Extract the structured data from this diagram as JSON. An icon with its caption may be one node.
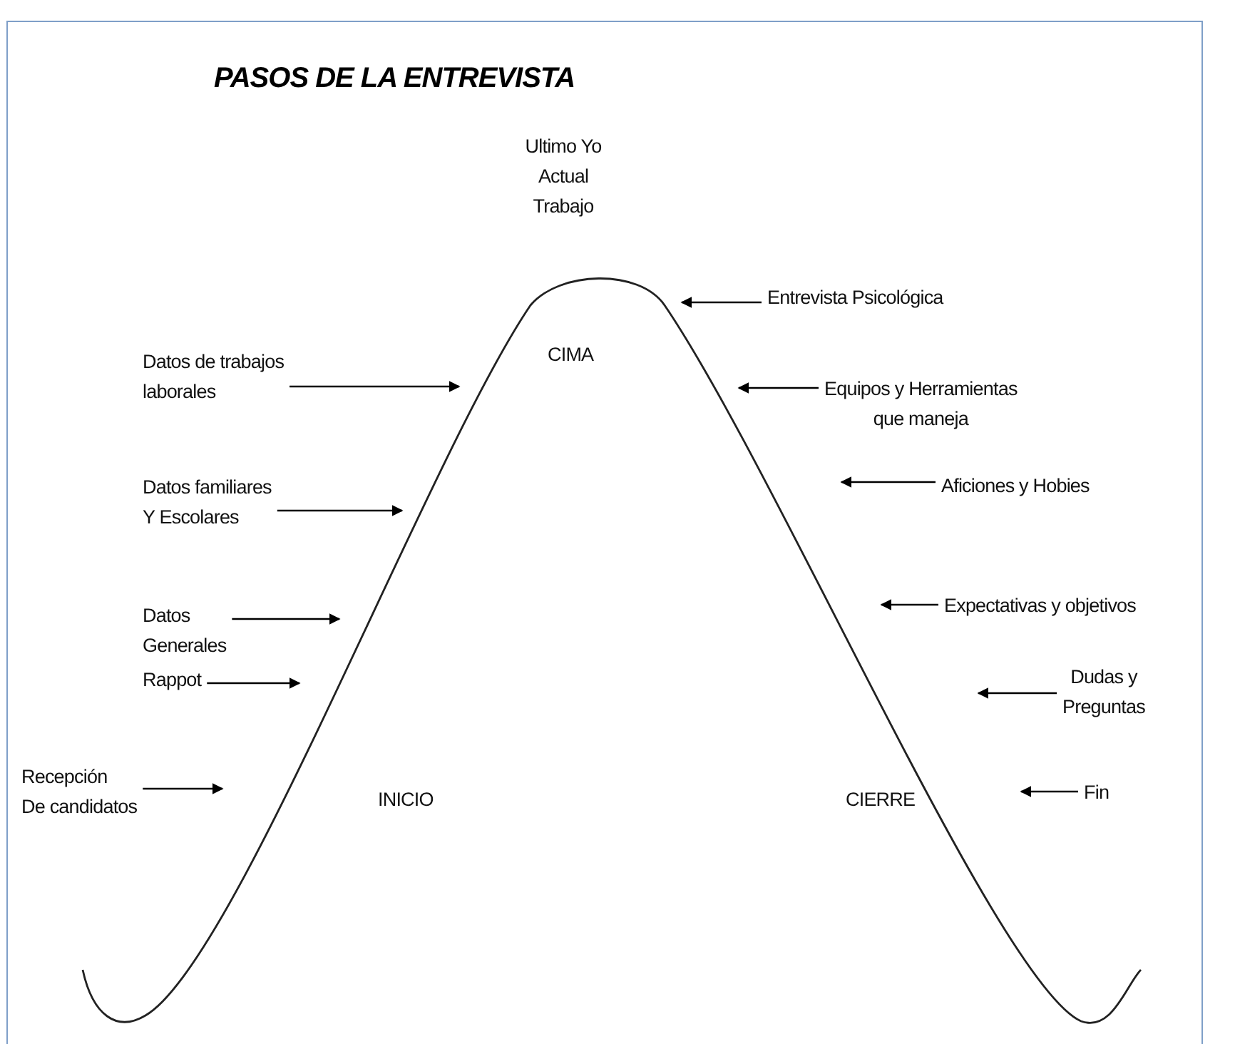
{
  "diagram": {
    "title": "PASOS DE LA ENTREVISTA",
    "nodes": [
      {
        "text": [
          "Entrevista Psicológica"
        ]
      },
      {
        "text": [
          "Datos de trabajos laborales"
        ]
      },
      {
        "text": [
          "Equipos y Herramientas que maneja"
        ]
      },
      {
        "text": [
          "Aficiones y Hobies"
        ]
      },
      {
        "text": [
          "Datos familiares Y Escolares"
        ]
      },
      {
        "text": [
          "Datos Generales"
        ]
      },
      {
        "text": [
          "Expectativas y objetivos"
        ]
      },
      {
        "text": [
          "Rappot"
        ]
      },
      {
        "text": [
          "Dudas y Preguntas"
        ]
      },
      {
        "text": [
          "Recepción De candidatos"
        ]
      },
      {
        "text": [
          "Fin"
        ]
      }
    ],
    "edges": [
      {
        "from": 0,
        "to": null,
        "arrow": "to"
      },
      {
        "from": 1,
        "to": null,
        "arrow": "to"
      },
      {
        "from": 2,
        "to": null,
        "arrow": "to"
      },
      {
        "from": 3,
        "to": null,
        "arrow": "to"
      },
      {
        "from": 4,
        "to": null,
        "arrow": "to"
      },
      {
        "from": 5,
        "to": null,
        "arrow": "to"
      },
      {
        "from": 6,
        "to": null,
        "arrow": "to"
      },
      {
        "from": 7,
        "to": null,
        "arrow": "to"
      },
      {
        "from": 8,
        "to": null,
        "arrow": "to"
      },
      {
        "from": 9,
        "to": null,
        "arrow": "to"
      },
      {
        "from": 10,
        "to": null,
        "arrow": "to"
      }
    ],
    "labels": [
      "Ultimo Yo Actual Trabajo",
      "CIMA",
      "INICIO",
      "CIERRE"
    ]
  }
}
